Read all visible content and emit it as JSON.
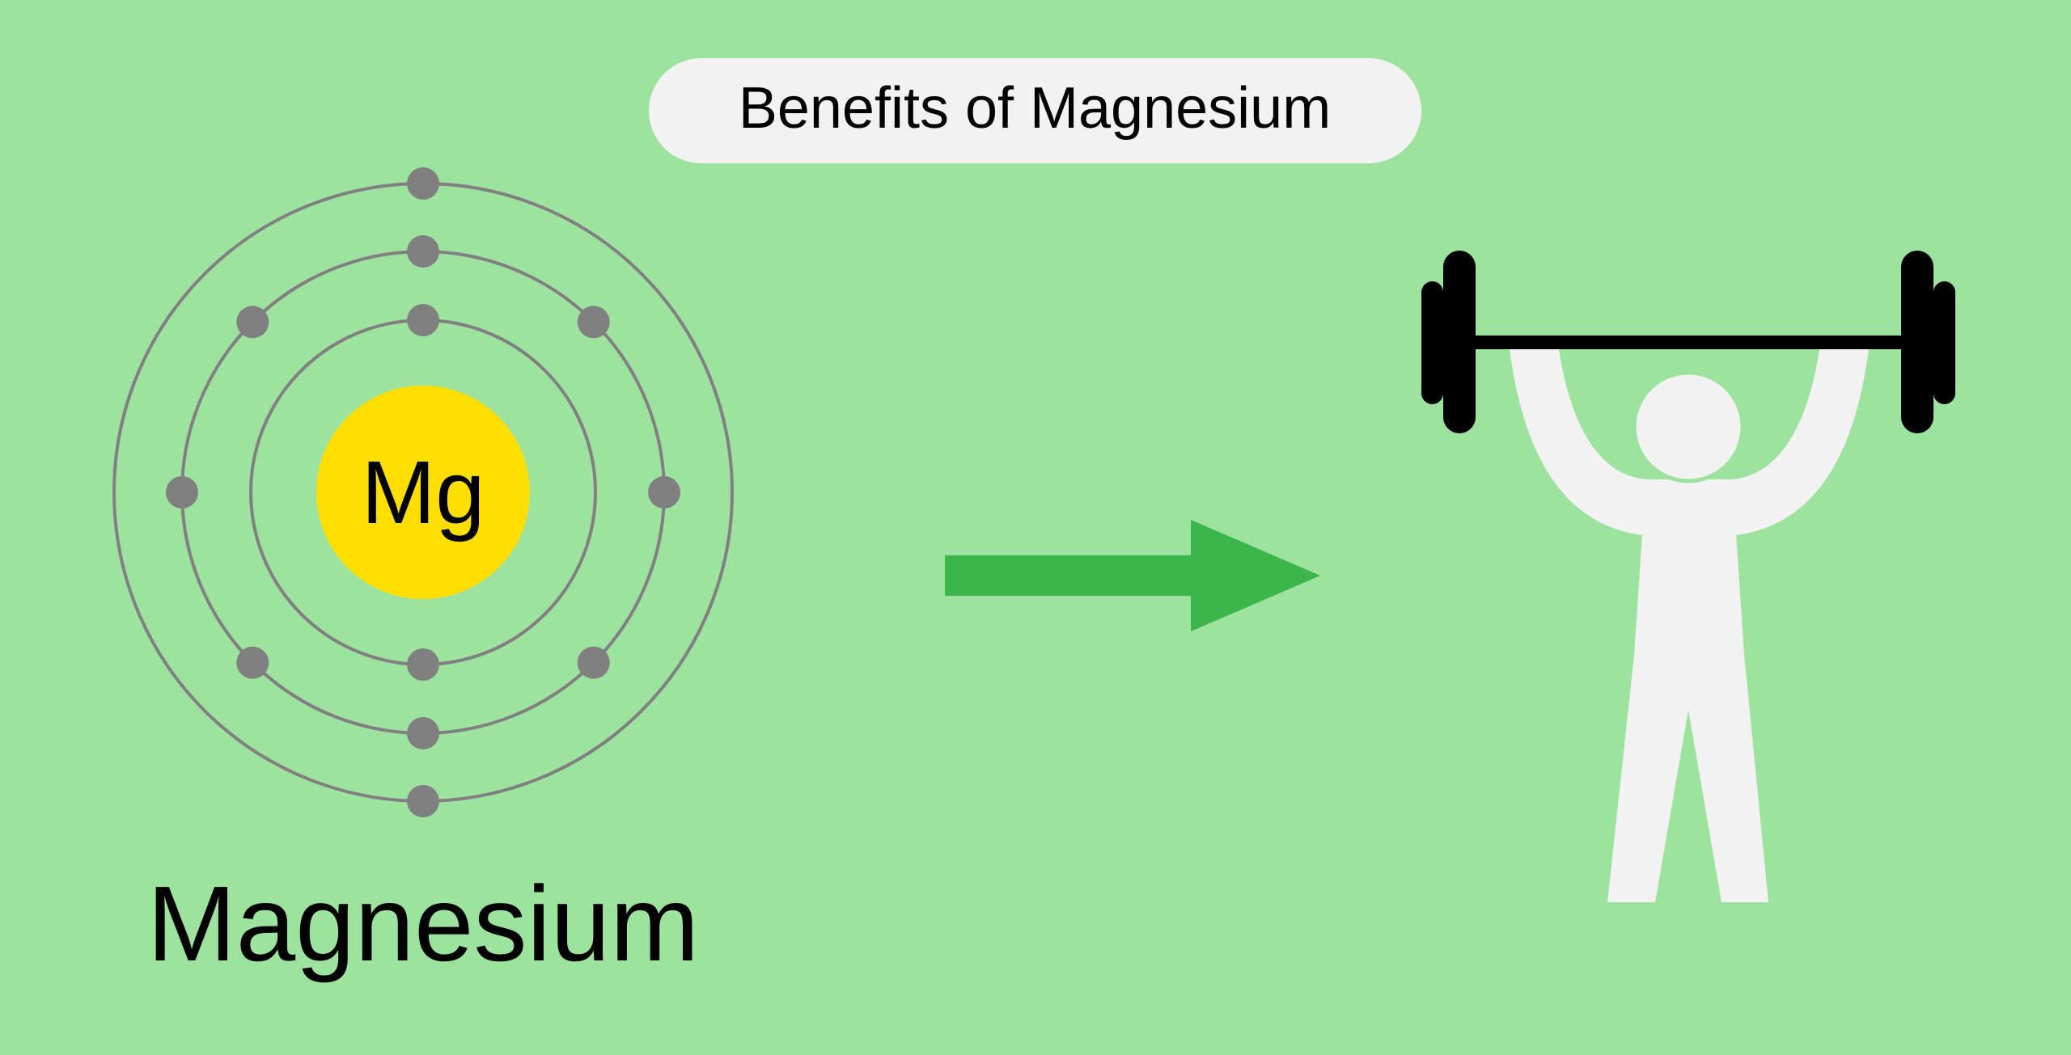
{
  "title": "Benefits of Magnesium",
  "element": {
    "symbol": "Mg",
    "name": "Magnesium",
    "shells": [
      2,
      8,
      2
    ]
  },
  "icons": {
    "atom": "bohr-atom-diagram",
    "arrow": "right-arrow-icon",
    "strength": "weightlifter-icon"
  },
  "colors": {
    "background": "#9de29e",
    "title_badge": "#f2f2f2",
    "nucleus": "#ffde00",
    "orbit": "#808080",
    "electron": "#808080",
    "arrow": "#3cb64a",
    "figure": "#f2f2f2",
    "barbell": "#000000"
  }
}
